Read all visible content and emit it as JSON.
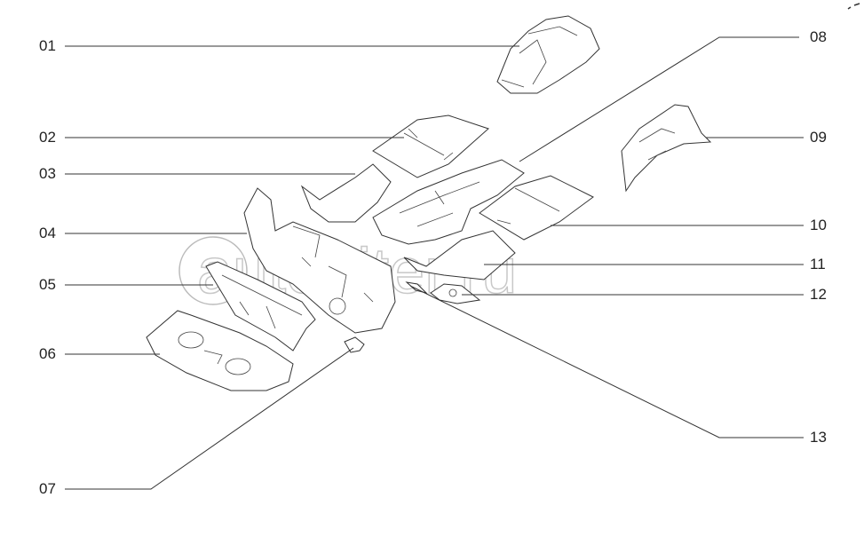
{
  "callouts": [
    {
      "id": "01"
    },
    {
      "id": "02"
    },
    {
      "id": "03"
    },
    {
      "id": "04"
    },
    {
      "id": "05"
    },
    {
      "id": "06"
    },
    {
      "id": "07"
    },
    {
      "id": "08"
    },
    {
      "id": "09"
    },
    {
      "id": "10"
    },
    {
      "id": "11"
    },
    {
      "id": "12"
    },
    {
      "id": "13"
    }
  ],
  "watermark": "autopiter.ru"
}
